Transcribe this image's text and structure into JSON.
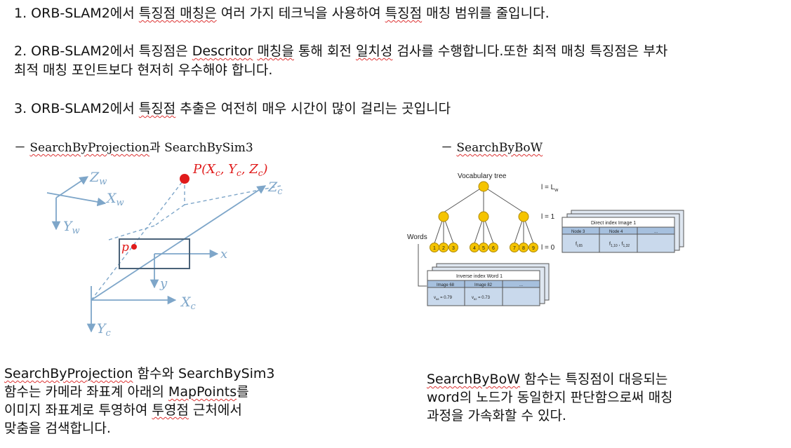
{
  "point1": {
    "prefix": "1. ORB-SLAM2에서 ",
    "u1": "특징점 매칭은",
    " mid": "",
    "mid": " 여러 가지 테크닉을 사용하여 ",
    "u2": "특징점",
    "suffix": " 매칭 범위를 줄입니다."
  },
  "point2": {
    "line1_prefix": "2. ORB-SLAM2에서 특징점은 ",
    "line1_u1": "Descritor",
    "line1_sp": " ",
    "line1_u2": "매칭을",
    "line1_mid": " 통해 회전 ",
    "line1_u3": "일치성",
    "line1_suffix": " 검사를 수행합니다.또한 최적 매칭 특징점은 부차",
    "line2": "최적 매칭 포인트보다 현저히 우수해야 합니다."
  },
  "point3": {
    "prefix": "3. ORB-SLAM2에서 ",
    "u1": "특징점",
    "suffix": " 추출은 여전히 매우 시간이 많이 걸리는 곳입니다"
  },
  "left_section": {
    "dash": "－ ",
    "u1": "SearchByProjection",
    "mid": "과 ",
    "plain": "SearchBySim3"
  },
  "right_section": {
    "dash": "－ ",
    "u1": "SearchByBoW"
  },
  "camera_diagram": {
    "world_z": "Z",
    "world_z_sub": "w",
    "world_x": "X",
    "world_x_sub": "w",
    "world_y": "Y",
    "world_y_sub": "w",
    "point_label": "P(X",
    "point_label_c1": "c",
    "point_label_mid1": ", Y",
    "point_label_c2": "c",
    "point_label_mid2": ", Z",
    "point_label_c3": "c",
    "point_label_end": ")",
    "cam_z": "Z",
    "cam_z_sub": "c",
    "img_x": "x",
    "img_y": "y",
    "img_p": "p",
    "cam_x": "X",
    "cam_x_sub": "c",
    "cam_y": "Y",
    "cam_y_sub": "c",
    "colors": {
      "axis": "#7ea6c9",
      "point": "#e01b1b",
      "plane": "#4a6278"
    }
  },
  "vocab_diagram": {
    "title": "Vocabulary tree",
    "level_top": "l = L",
    "level_top_sub": "w",
    "level_mid": "l = 1",
    "level_bot": "l = 0",
    "words_label": "Words",
    "leaf_nums": [
      "1",
      "2",
      "3",
      "4",
      "5",
      "6",
      "7",
      "8",
      "9"
    ],
    "direct_index": {
      "title": "Direct index Image 1",
      "col1": "Node 3",
      "col2": "Node 4",
      "col3": "...",
      "val1": "f",
      "val1_sub": "i,65",
      "val2": "f",
      "val2_sub": "1,10",
      "val2b": " , f",
      "val2b_sub": "1,32"
    },
    "inverse_index": {
      "title": "Inverse index Word 1",
      "col1": "Image 68",
      "col2": "Image 82",
      "col3": "...",
      "val1": "v",
      "val1_sub": "68",
      "val1_eq": " = 0.79",
      "val2": "v",
      "val2_sub": "82",
      "val2_eq": " = 0.73"
    },
    "colors": {
      "node_fill": "#f5c400",
      "node_stroke": "#b08900",
      "table_fill": "#c9d9ec",
      "table_head": "#a6c0de",
      "table_stroke": "#555555"
    }
  },
  "desc_left": {
    "l1_u": "SearchByProjection",
    "l1_rest": " 함수와 SearchBySim3",
    "l2_prefix": "함수는 카메라 좌표계 아래의 ",
    "l2_u": "MapPoints",
    "l2_suffix": "를",
    "l3_prefix": "이미지 좌표계로 투영하여 ",
    "l3_u": "투영점",
    "l3_suffix": " 근처에서",
    "l4": "맞춤을 검색합니다."
  },
  "desc_right": {
    "l1_u": "SearchByBoW",
    "l1_rest": " 함수는 특징점이 대응되는",
    "l2": "word의 노드가 동일한지 판단함으로써 매칭",
    "l3": "과정을 가속화할 수 있다."
  }
}
